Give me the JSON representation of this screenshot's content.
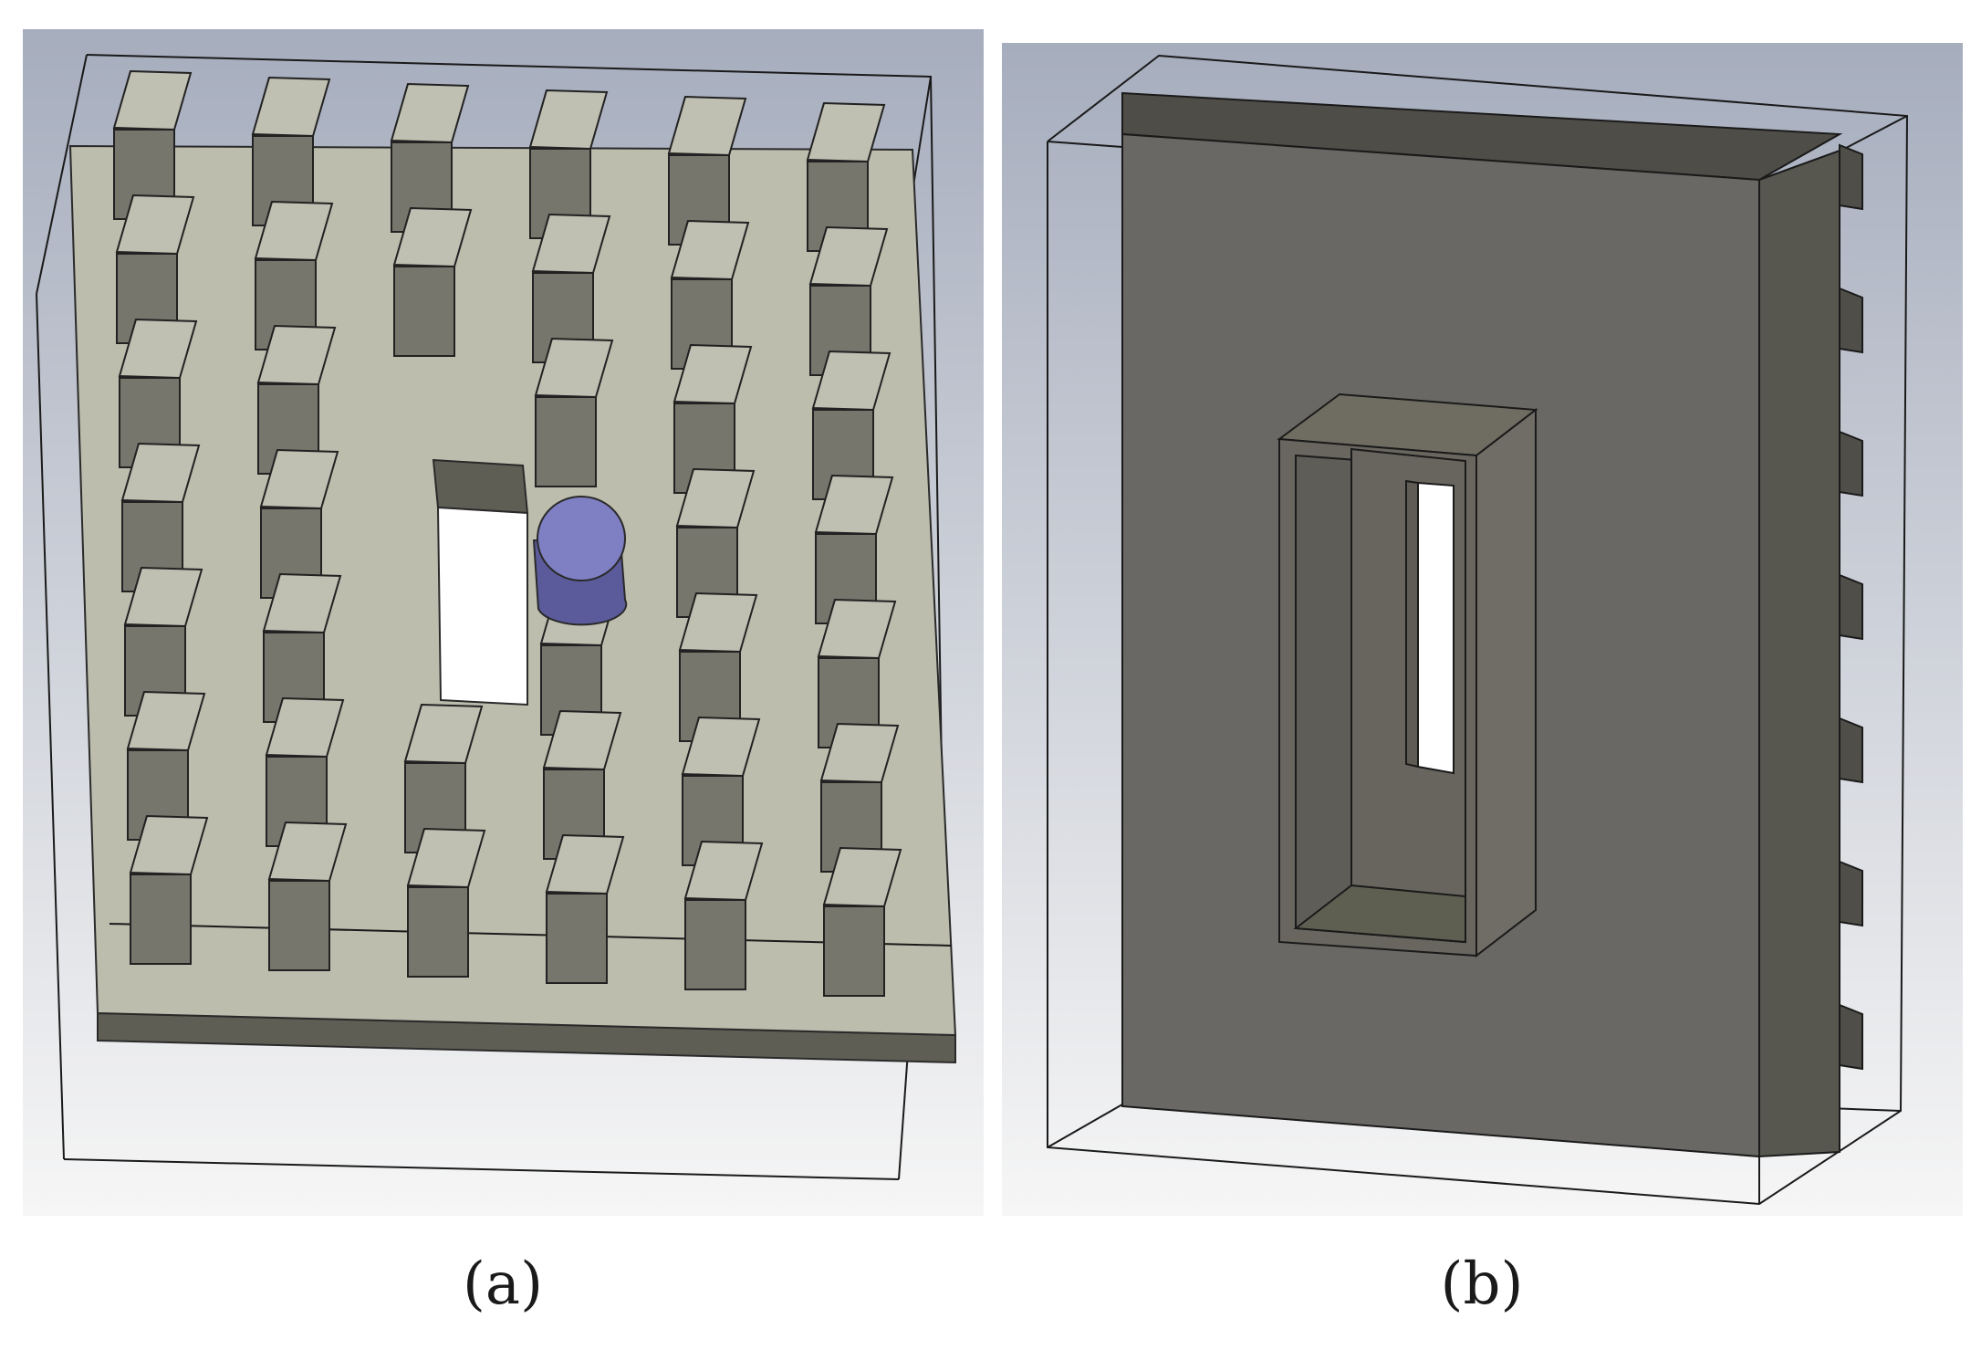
{
  "figure": {
    "panels": [
      {
        "id": "a",
        "label": "(a)"
      },
      {
        "id": "b",
        "label": "(b)"
      }
    ]
  },
  "colors": {
    "background_top": "#a6adbd",
    "background_bottom": "#f6f6f6",
    "plate_top": "#bcbdad",
    "plate_edge": "#5f5e55",
    "pin_top": "#bfbfb2",
    "pin_side_dark": "#5d5c53",
    "pin_side_light": "#77766c",
    "feed_probe": "#7f7fc3",
    "feed_probe_side": "#5b5b9c",
    "slot": "#ffffff",
    "panel_b_face": "#6a6864",
    "wire": "#1a1a1a"
  }
}
